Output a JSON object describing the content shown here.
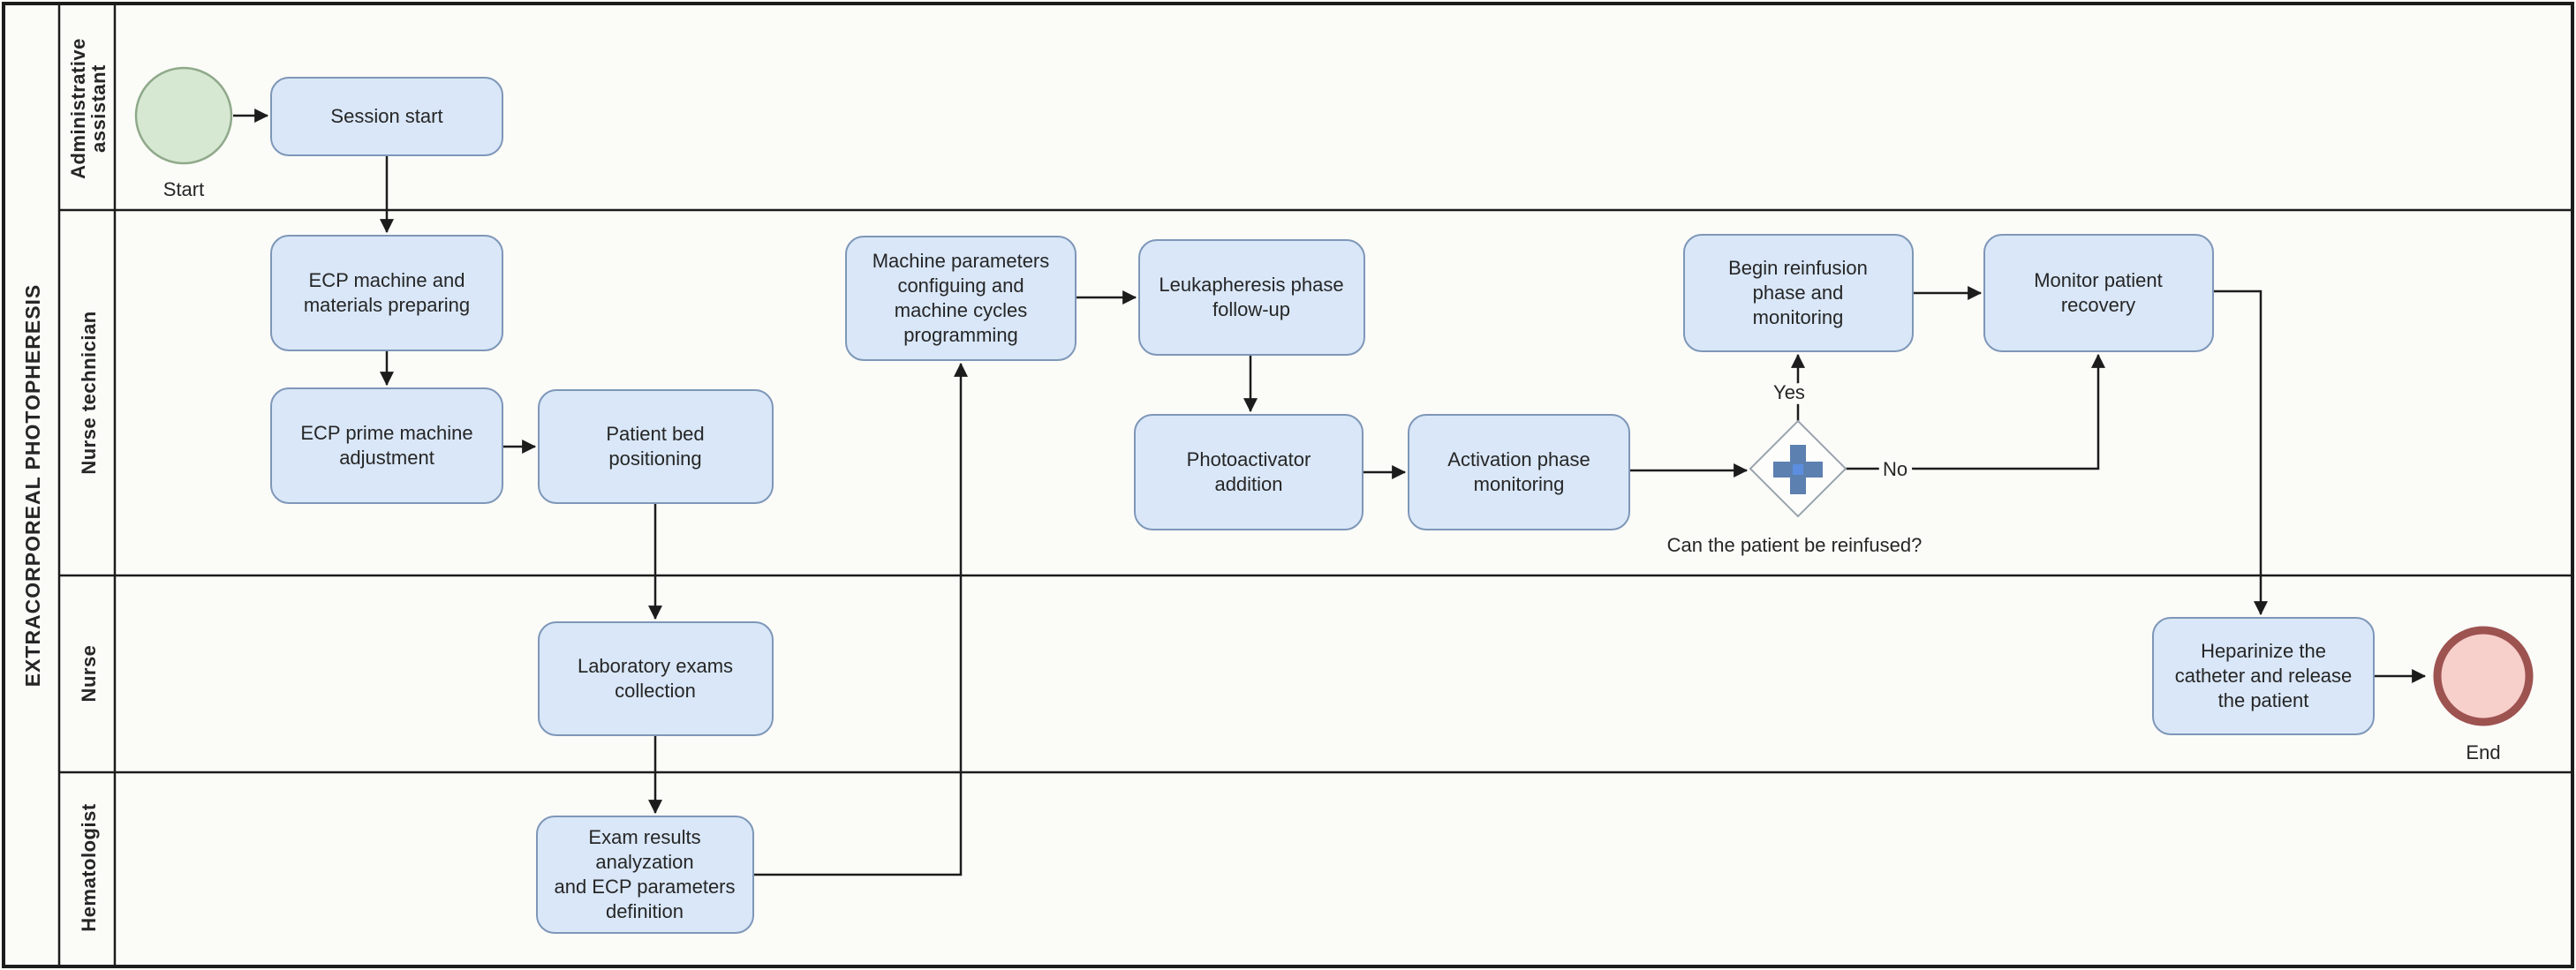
{
  "pool": {
    "title": "EXTRACORPOREAL PHOTOPHERESIS"
  },
  "lanes": [
    {
      "id": "administrative-assistant",
      "lines": [
        "Administrative",
        "assistant"
      ]
    },
    {
      "id": "nurse-technician",
      "label": "Nurse technician"
    },
    {
      "id": "nurse",
      "label": "Nurse"
    },
    {
      "id": "hematologist",
      "label": "Hematologist"
    }
  ],
  "events": {
    "start": {
      "label": "Start"
    },
    "end": {
      "label": "End"
    }
  },
  "tasks": {
    "session_start": {
      "lines": [
        "Session start"
      ]
    },
    "ecp_machine": {
      "lines": [
        "ECP machine and",
        "materials preparing"
      ]
    },
    "ecp_prime": {
      "lines": [
        "ECP prime machine",
        "adjustment"
      ]
    },
    "patient_bed": {
      "lines": [
        "Patient bed",
        "positioning"
      ]
    },
    "lab_exams": {
      "lines": [
        "Laboratory exams",
        "collection"
      ]
    },
    "exam_results": {
      "lines": [
        "Exam results",
        "analyzation",
        "and ECP parameters",
        "definition"
      ]
    },
    "machine_params": {
      "lines": [
        "Machine parameters",
        "configuing and",
        "machine cycles",
        "programming"
      ]
    },
    "leukapheresis": {
      "lines": [
        "Leukapheresis phase",
        "follow-up"
      ]
    },
    "photoactivator": {
      "lines": [
        "Photoactivator",
        "addition"
      ]
    },
    "activation": {
      "lines": [
        "Activation phase",
        "monitoring"
      ]
    },
    "begin_reinfusion": {
      "lines": [
        "Begin reinfusion",
        "phase and",
        "monitoring"
      ]
    },
    "monitor_recovery": {
      "lines": [
        "Monitor patient",
        "recovery"
      ]
    },
    "heparinize": {
      "lines": [
        "Heparinize the",
        "catheter and release",
        "the patient"
      ]
    }
  },
  "gateway": {
    "type": "parallel-gateway",
    "question": "Can the patient be reinfused?",
    "yes": "Yes",
    "no": "No"
  },
  "colors": {
    "task_fill": "#d9e7f8",
    "task_stroke": "#7e97b8",
    "start_fill": "#d7e8d2",
    "start_stroke": "#8fa98a",
    "end_fill": "#f7cfcb",
    "end_stroke": "#9d5350",
    "gateway_fill": "#fdfdfc",
    "gateway_plus": "#5c80b0",
    "gateway_plus_center": "#5b8ede",
    "line": "#1c1c1c",
    "background": "#fbfbf8"
  }
}
